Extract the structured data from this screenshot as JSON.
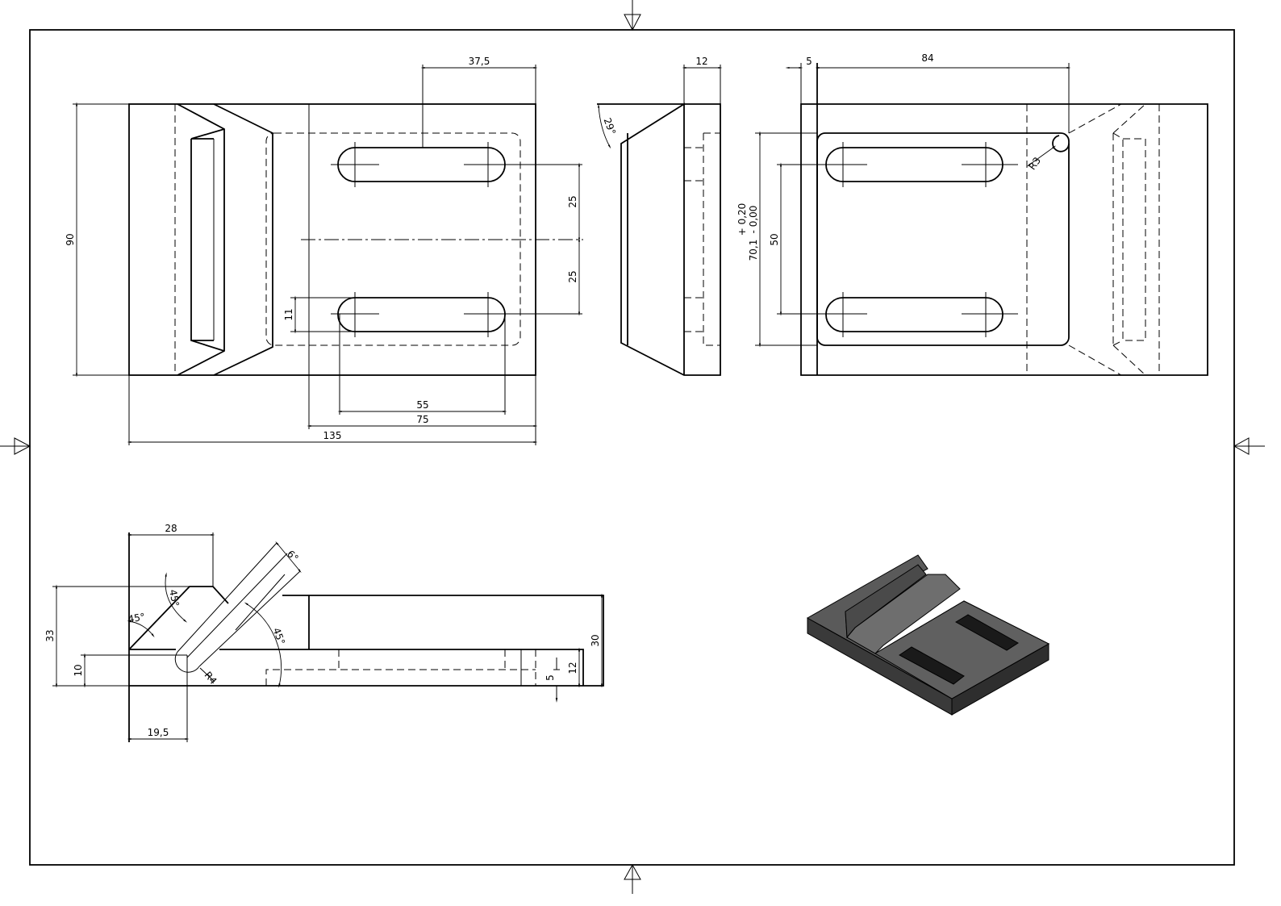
{
  "front_view": {
    "dim_slot_pitch_top": "37,5",
    "dim_height": "90",
    "dim_slot_offset_upper": "25",
    "dim_slot_offset_lower": "25",
    "dim_slot_width": "11",
    "dim_slot_centers": "55",
    "dim_plate_length": "75",
    "dim_total_length": "135"
  },
  "side_view": {
    "dim_thickness": "12",
    "dim_angle": "29°"
  },
  "right_view": {
    "dim_step": "5",
    "dim_length": "84",
    "dim_radius": "R3",
    "dim_width": "70,1",
    "dim_tol_upper": "+ 0,20",
    "dim_tol_lower": "- 0,00",
    "dim_slot_spacing": "50"
  },
  "section_view": {
    "dim_top_width": "28",
    "dim_angle_chamfer": "45°",
    "dim_angle_inner": "45°",
    "dim_angle_rod": "45°",
    "dim_angle_taper": "6°",
    "dim_height": "33",
    "dim_rod_height": "10",
    "dim_radius": "R4",
    "dim_rod_offset": "19,5",
    "dim_block_height": "30",
    "dim_plate_height": "12",
    "dim_recess": "5"
  },
  "colors": {
    "line": "#000000",
    "iso_dark": "#3a3a3a",
    "iso_mid": "#5a5a5a",
    "iso_light": "#6e6e6e"
  }
}
